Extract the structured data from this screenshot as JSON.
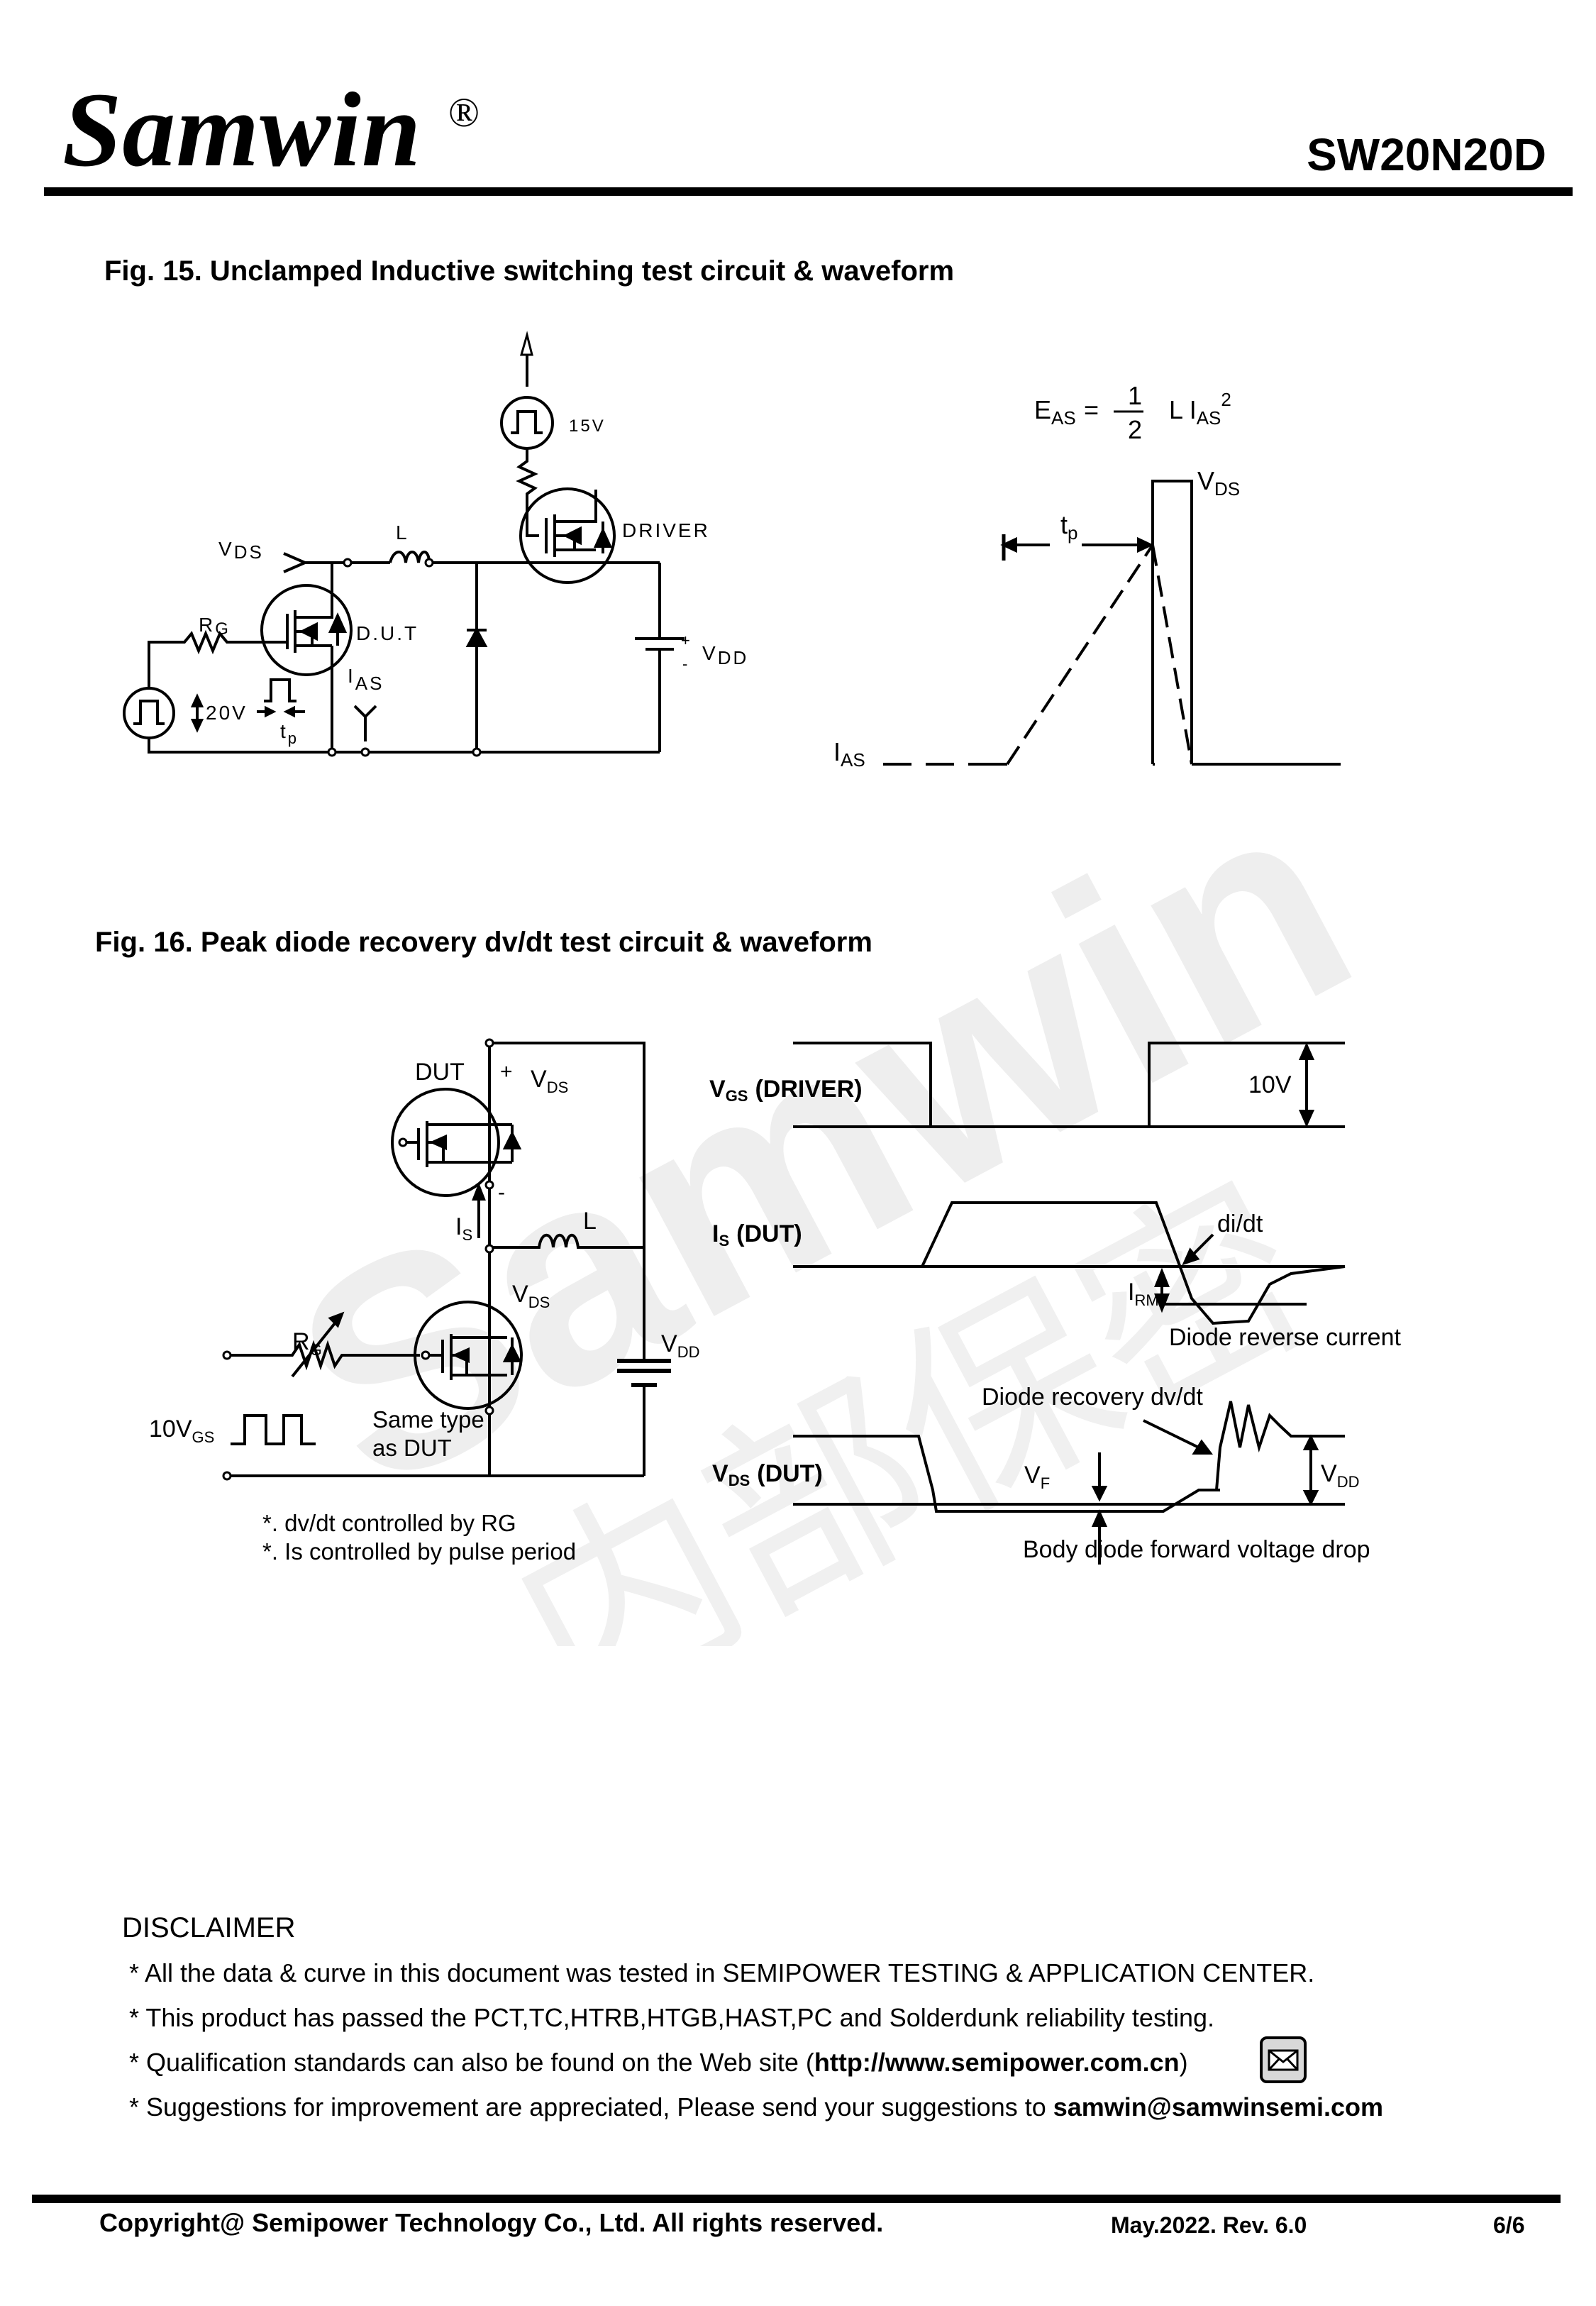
{
  "header": {
    "logo": "Samwin",
    "logo_mark": "®",
    "part_number": "SW20N20D"
  },
  "fig15": {
    "title": "Fig. 15. Unclamped Inductive switching test circuit & waveform",
    "circuit": {
      "vds": "V",
      "vds_sub": "DS",
      "l": "L",
      "rg": "R",
      "rg_sub": "G",
      "dut": "D.U.T",
      "driver": "DRIVER",
      "v15": "15V",
      "v20": "20V",
      "ias": "I",
      "ias_sub": "AS",
      "tp": "t",
      "tp_sub": "p",
      "vdd": "V",
      "vdd_sub": "DD",
      "plus": "+",
      "minus": "-"
    },
    "waveform": {
      "formula_e": "E",
      "formula_e_sub": "AS",
      "formula_eq": "=",
      "formula_num": "1",
      "formula_den": "2",
      "formula_l": "L I",
      "formula_i_sub": "AS",
      "formula_exp": "2",
      "vds": "V",
      "vds_sub": "DS",
      "tp": "t",
      "tp_sub": "p",
      "ias": "I",
      "ias_sub": "AS"
    }
  },
  "fig16": {
    "title": "Fig. 16. Peak diode recovery dv/dt test circuit & waveform",
    "circuit": {
      "dut": "DUT",
      "plus": "+",
      "minus": "-",
      "vds": "V",
      "vds_sub": "DS",
      "is": "I",
      "is_sub": "S",
      "l": "L",
      "vds2": "V",
      "vds2_sub": "DS",
      "rg": "R",
      "rg_sub": "G",
      "vdd": "V",
      "vdd_sub": "DD",
      "v10gs": "10V",
      "v10gs_sub": "GS",
      "same_type_1": "Same type",
      "same_type_2": "as DUT",
      "note_1": "*. dv/dt controlled by RG",
      "note_2": "*. Is controlled by pulse period"
    },
    "waveform": {
      "vgs_label": "V",
      "vgs_sub": "GS",
      "vgs_suffix": "(DRIVER)",
      "v10": "10V",
      "is_label": "I",
      "is_sub": "S",
      "is_suffix": "(DUT)",
      "didt": "di/dt",
      "irm": "I",
      "irm_sub": "RM",
      "diode_reverse": "Diode reverse current",
      "diode_recovery": "Diode recovery dv/dt",
      "vds_label": "V",
      "vds_sub": "DS",
      "vds_suffix": "(DUT)",
      "vf": "V",
      "vf_sub": "F",
      "vdd": "V",
      "vdd_sub": "DD",
      "body_diode": "Body diode forward voltage drop"
    }
  },
  "watermark": {
    "text_latin": "Samwin",
    "text_cjk": "内部保密"
  },
  "disclaimer": {
    "title": "DISCLAIMER",
    "line1": "* All the data & curve in this document was tested in SEMIPOWER TESTING & APPLICATION CENTER.",
    "line2": "* This product has passed the PCT,TC,HTRB,HTGB,HAST,PC and Solderdunk reliability testing.",
    "line3_pre": "* Qualification standards can also be found on the Web site (",
    "line3_url": "http://www.semipower.com.cn",
    "line3_post": ")",
    "line4_pre": "* Suggestions for improvement are appreciated, Please send your suggestions to ",
    "line4_email": "samwin@samwinsemi.com"
  },
  "footer": {
    "copyright": "Copyright@ Semipower Technology Co., Ltd. All rights reserved.",
    "revision": "May.2022. Rev. 6.0",
    "page": "6/6"
  }
}
